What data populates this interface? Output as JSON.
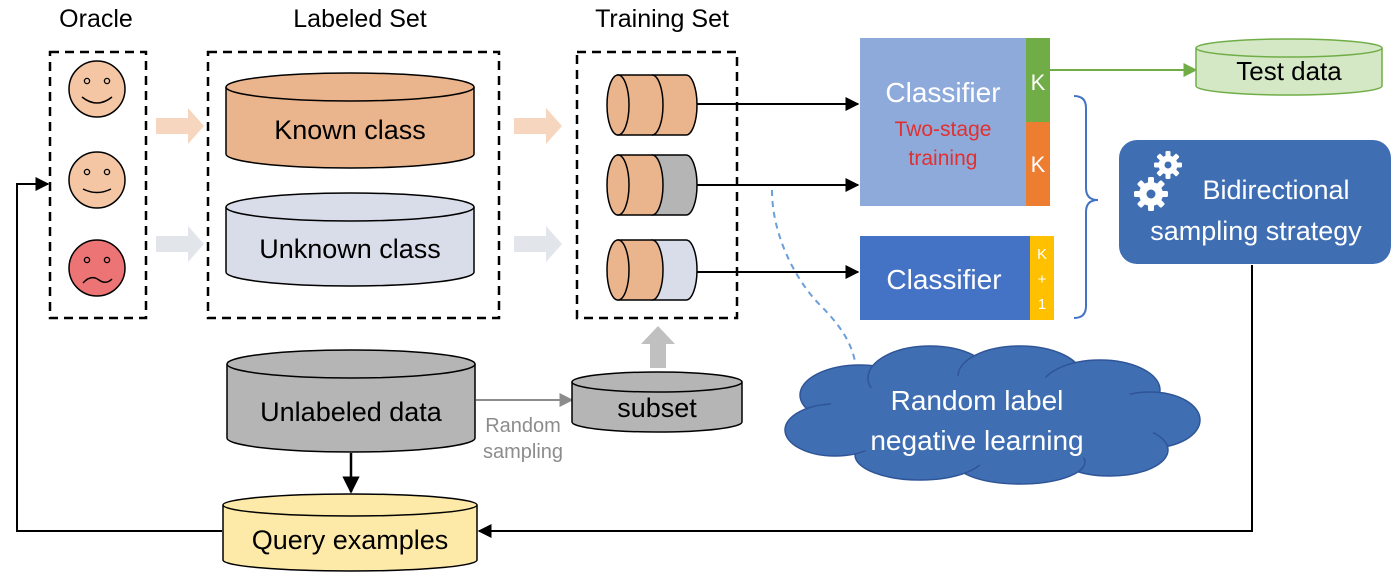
{
  "titles": {
    "oracle": "Oracle",
    "labeled_set": "Labeled Set",
    "training_set": "Training Set"
  },
  "labeled_set": {
    "known_class": "Known class",
    "unknown_class": "Unknown class"
  },
  "unlabeled_data": "Unlabeled data",
  "subset": "subset",
  "random_sampling": {
    "line1": "Random",
    "line2": "sampling"
  },
  "query_examples": "Query examples",
  "classifier_top": {
    "title": "Classifier",
    "note_line1": "Two-stage",
    "note_line2": "training",
    "head_upper": "K",
    "head_lower": "K"
  },
  "classifier_bottom": {
    "title": "Classifier",
    "head": {
      "line1": "K",
      "line2": "+",
      "line3": "1"
    }
  },
  "test_data": "Test data",
  "bidirectional": {
    "line1": "Bidirectional",
    "line2": "sampling strategy"
  },
  "negative_learning": {
    "line1": "Random label",
    "line2": "negative learning"
  },
  "colors": {
    "known": "#eab48c",
    "unknown": "#d9dde9",
    "gray": "#b5b5b5",
    "classifier_top": "#8eaadb",
    "classifier_bottom": "#4472c4",
    "head_green": "#70ad47",
    "head_orange": "#ed7d31",
    "head_yellow": "#ffc000",
    "test_data": "#d5e8c6",
    "query": "#fde9a8",
    "strategy": "#3f6eb3",
    "note_red": "#e03030"
  },
  "icons": [
    "happy-face-icon",
    "neutral-face-icon",
    "sad-face-icon",
    "gear-icon"
  ]
}
